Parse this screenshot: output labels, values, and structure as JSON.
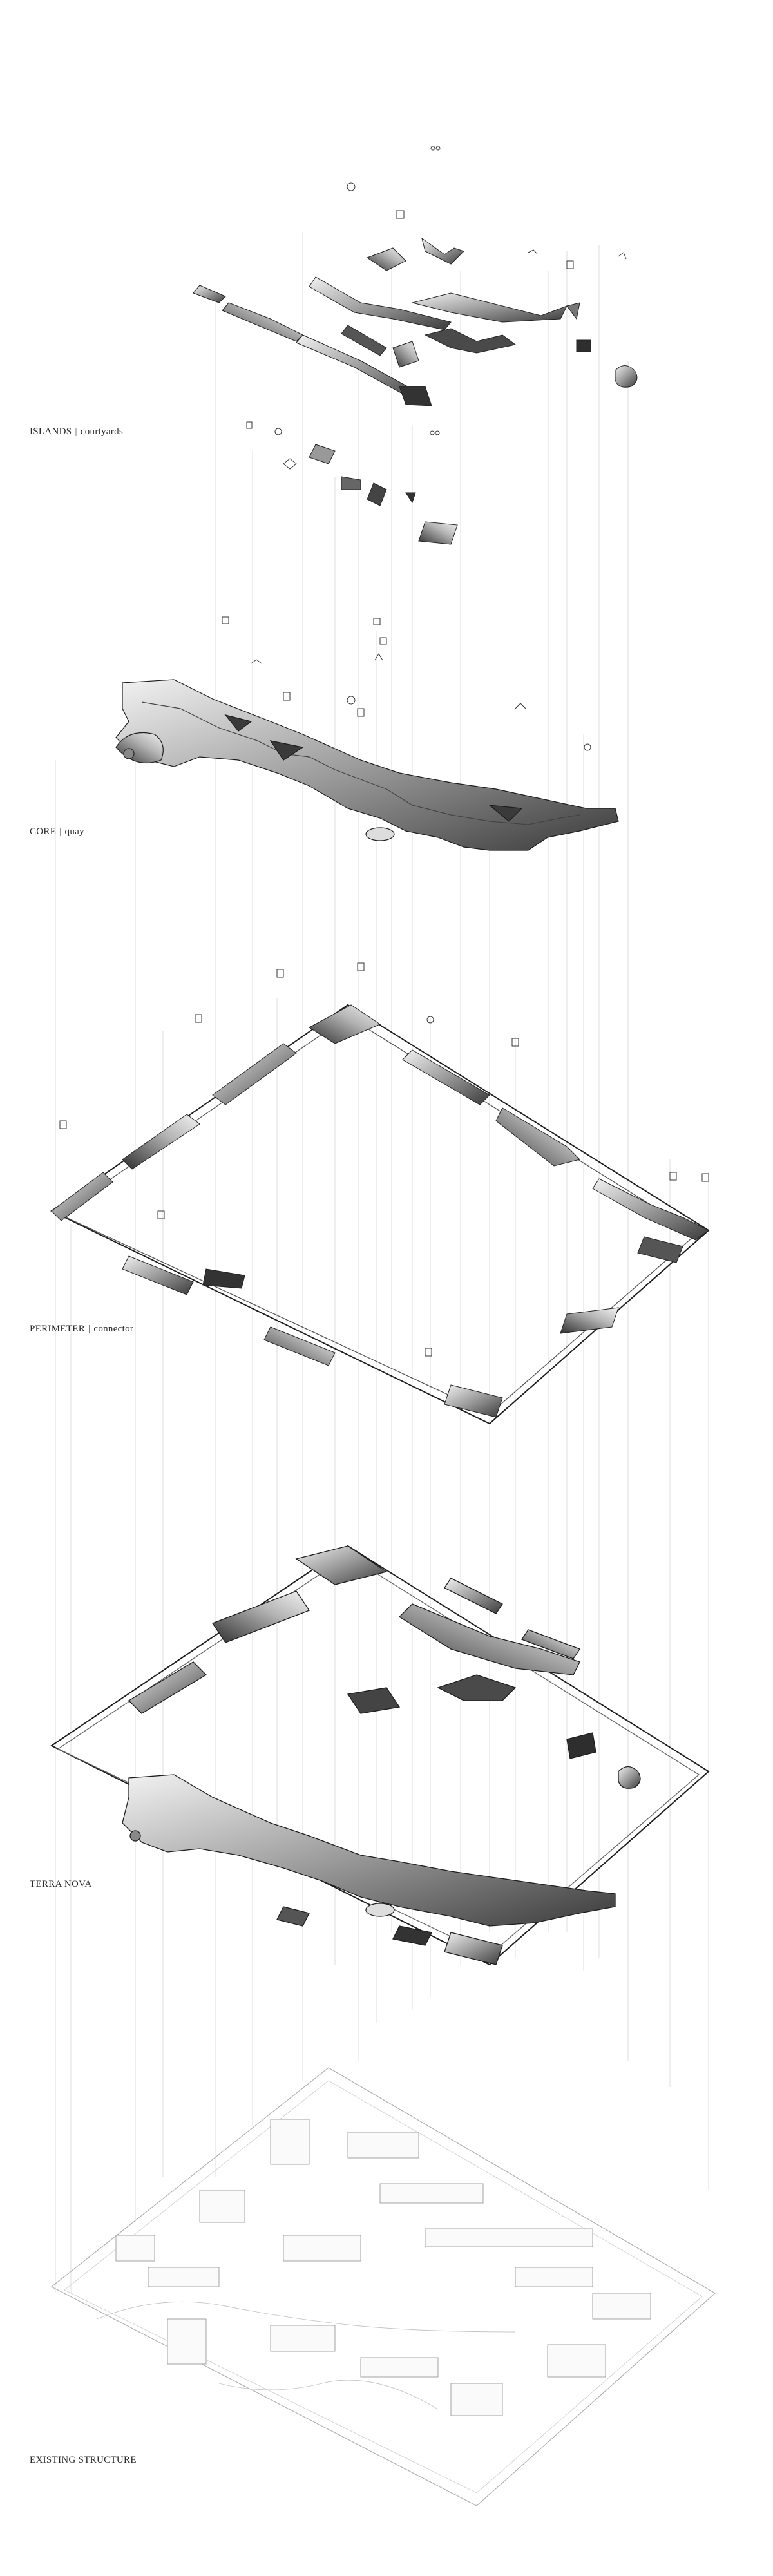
{
  "layers": [
    {
      "name": "ISLANDS",
      "sub": "courtyards"
    },
    {
      "name": "CORE",
      "sub": "quay"
    },
    {
      "name": "PERIMETER",
      "sub": "connector"
    },
    {
      "name": "TERRA NOVA",
      "sub": ""
    },
    {
      "name": "EXISTING STRUCTURE",
      "sub": ""
    }
  ],
  "separator": "|"
}
